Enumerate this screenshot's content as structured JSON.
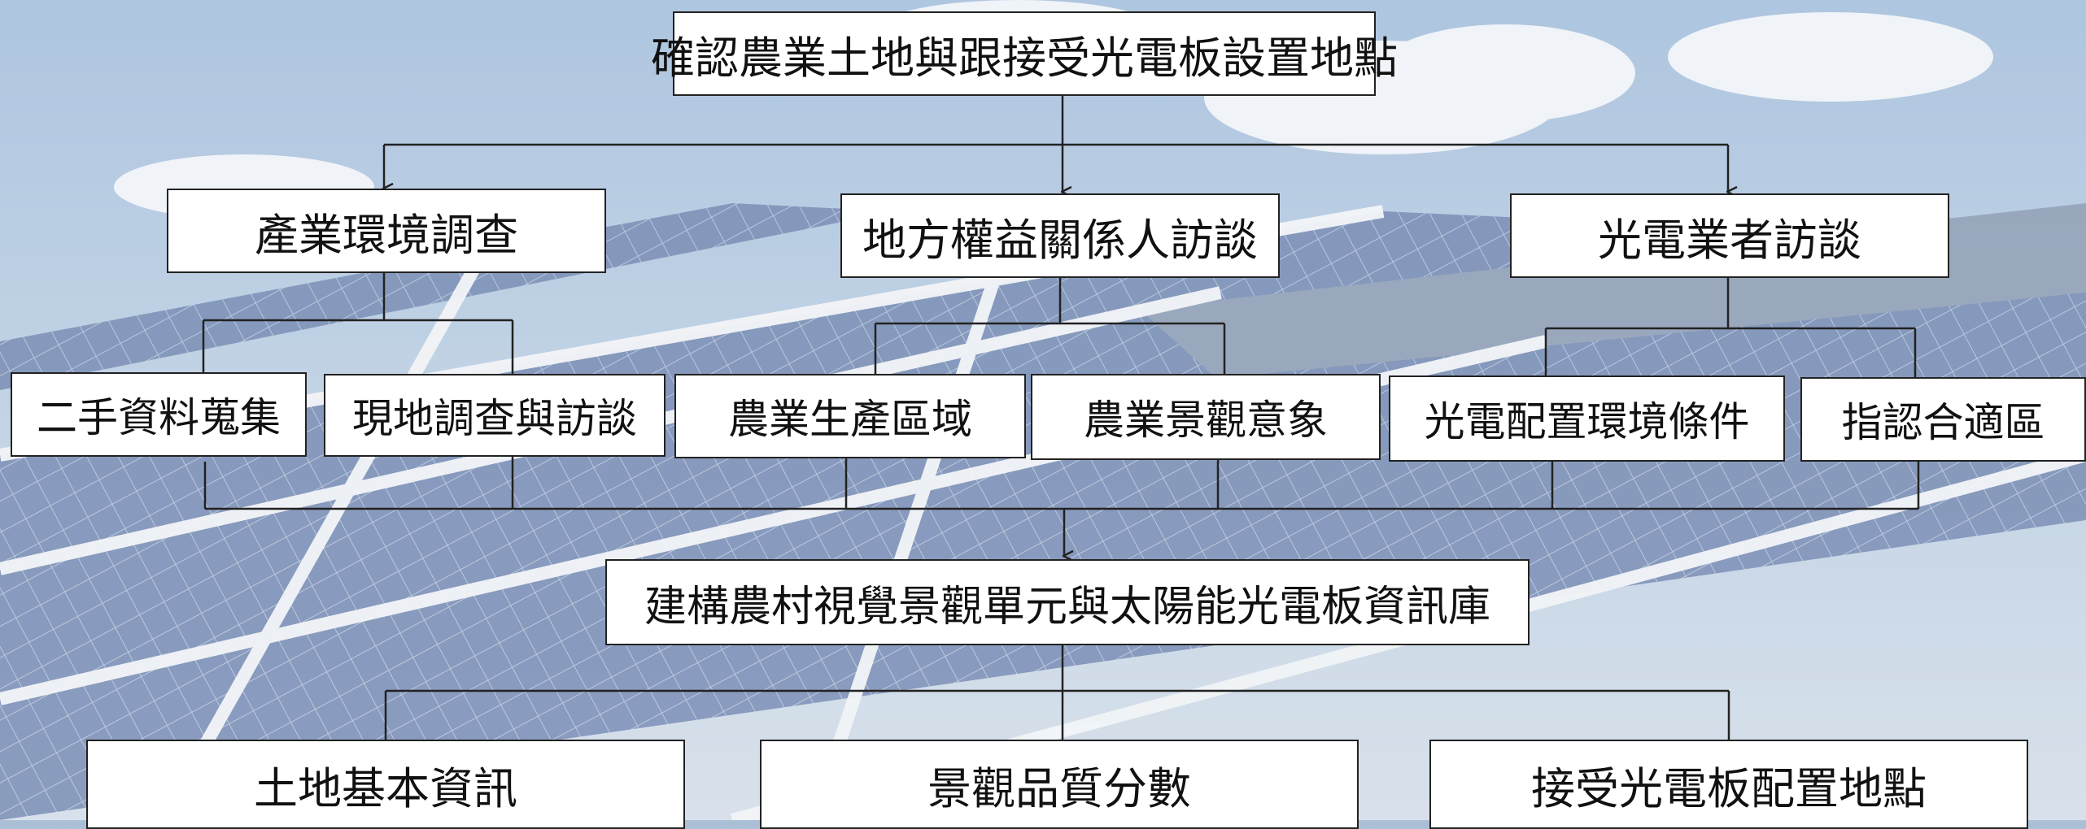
{
  "diagram": {
    "top": "確認農業土地與跟接受光電板設置地點",
    "level2": [
      "產業環境調查",
      "地方權益關係人訪談",
      "光電業者訪談"
    ],
    "level3": [
      "二手資料蒐集",
      "現地調查與訪談",
      "農業生產區域",
      "農業景觀意象",
      "光電配置環境條件",
      "指認合適區"
    ],
    "middle": "建構農村視覺景觀單元與太陽能光電板資訊庫",
    "bottom": [
      "土地基本資訊",
      "景觀品質分數",
      "接受光電板配置地點"
    ]
  },
  "colors": {
    "line": "#222222",
    "box_fill": "#ffffff",
    "panel": "#3f5a8f",
    "frame": "#e9edf2",
    "sky": "#b7cbe0"
  }
}
